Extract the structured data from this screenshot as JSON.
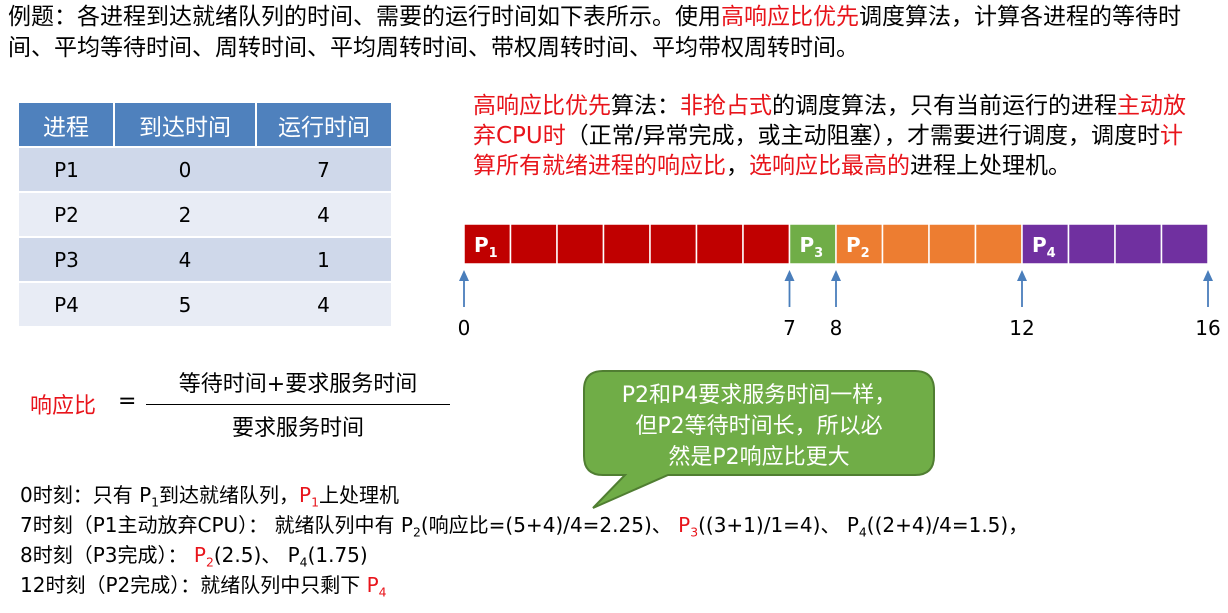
{
  "intro": {
    "part1": "例题：各进程到达就绪队列的时间、需要的运行时间如下表所示。使用",
    "highlight": "高响应比优先",
    "part2": "调度算法，计算各进程的等待时间、平均等待时间、周转时间、平均周转时间、带权周转时间、平均带权周转时间。"
  },
  "table": {
    "headers": [
      "进程",
      "到达时间",
      "运行时间"
    ],
    "rows": [
      [
        "P1",
        "0",
        "7"
      ],
      [
        "P2",
        "2",
        "4"
      ],
      [
        "P3",
        "4",
        "1"
      ],
      [
        "P4",
        "5",
        "4"
      ]
    ]
  },
  "algo_desc": {
    "s1_red": "高响应比优先",
    "s2": "算法：",
    "s3_red": "非抢占式",
    "s4": "的调度算法，只有当前运行的进程",
    "s5_red": "主动放弃CPU时",
    "s6": "（正常/异常完成，或主动阻塞），才需要进行调度，调度时",
    "s7_red": "计算所有就绪进程的响应比",
    "s8": "，",
    "s9_red": "选响应比最高的",
    "s10": "进程上处理机。"
  },
  "gantt": {
    "total_units": 16,
    "segments": [
      {
        "name": "P",
        "sub": "1",
        "start": 0,
        "end": 7,
        "color": "#c00000"
      },
      {
        "name": "P",
        "sub": "3",
        "start": 7,
        "end": 8,
        "color": "#70ad47"
      },
      {
        "name": "P",
        "sub": "2",
        "start": 8,
        "end": 12,
        "color": "#ed7d31"
      },
      {
        "name": "P",
        "sub": "4",
        "start": 12,
        "end": 16,
        "color": "#7030a0"
      }
    ],
    "ticks": [
      0,
      7,
      8,
      12,
      16
    ],
    "arrow_color": "#4a7ebb"
  },
  "formula": {
    "label": "响应比",
    "equals": "=",
    "numerator": "等待时间+要求服务时间",
    "denominator": "要求服务时间"
  },
  "callout": {
    "lines": [
      "P2和P4要求服务时间一样，",
      "但P2等待时间长，所以必",
      "然是P2响应比更大"
    ],
    "fill": "#70ad47",
    "border": "#507e32"
  },
  "timeline": {
    "l1_a": "0时刻：只有 P",
    "l1_sub": "1",
    "l1_b": "到达就绪队列，",
    "l1_red": "P",
    "l1_red_sub": "1",
    "l1_c": "上处理机",
    "l2_a": "7时刻（P1主动放弃CPU）： 就绪队列中有 P",
    "l2_sub1": "2",
    "l2_b": "(响应比=(5+4)/4=2.25)、",
    "l2_red": "P",
    "l2_red_sub": "3",
    "l2_c": "((3+1)/1=4)、 P",
    "l2_sub3": "4",
    "l2_d": "((2+4)/4=1.5)，",
    "l3_a": "8时刻（P3完成）：",
    "l3_red": "P",
    "l3_red_sub": "2",
    "l3_b": "(2.5)、 P",
    "l3_sub": "4",
    "l3_c": "(1.75)",
    "l4_a": "12时刻（P2完成）：就绪队列中只剩下 ",
    "l4_red": "P",
    "l4_red_sub": "4"
  }
}
